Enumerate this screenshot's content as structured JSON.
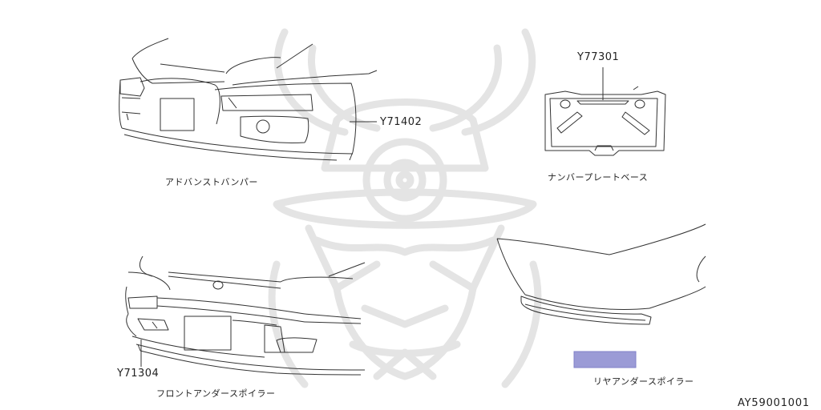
{
  "callouts": {
    "front_bumper_part": "Y71402",
    "plate_base_part": "Y77301",
    "under_spoiler_part": "Y71304"
  },
  "captions": {
    "front_bumper": "アドバンストバンパー",
    "plate_base": "ナンバープレートベース",
    "under_spoiler": "フロントアンダースポイラー",
    "rear_spoiler": "リヤアンダースポイラー"
  },
  "document_id": "AY59001001",
  "colors": {
    "line": "#333333",
    "watermark": "#e4e4e4",
    "highlight": "#9b9bd6"
  },
  "watermark_icon": "samurai-helmet-icon"
}
